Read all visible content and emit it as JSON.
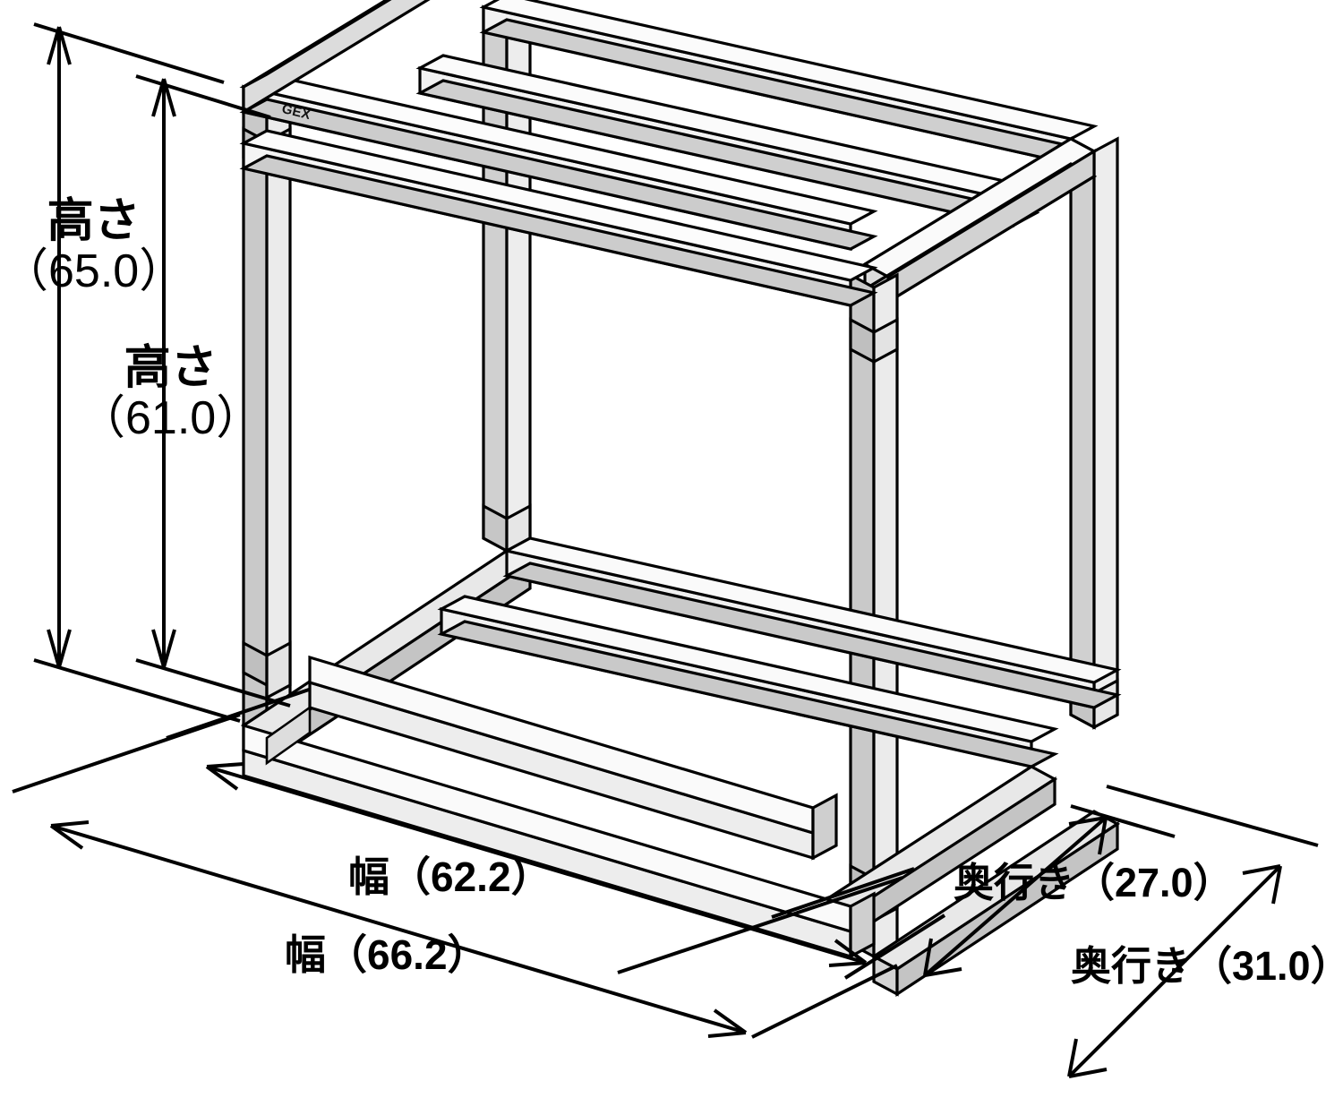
{
  "diagram": {
    "type": "isometric-technical-drawing",
    "subject": "aquarium-stand-frame",
    "brand_logo": "GEX",
    "unit_note": "",
    "colors": {
      "outline": "#000000",
      "face_light": "#f2f2f2",
      "face_mid": "#d9d9d9",
      "face_dark": "#bdbdbd",
      "background": "#ffffff"
    }
  },
  "dimensions": {
    "height_outer": {
      "label": "高さ",
      "value": "（65.0）",
      "full": "高さ（65.0）"
    },
    "height_inner": {
      "label": "高さ",
      "value": "（61.0）",
      "full": "高さ（61.0）"
    },
    "width_inner": {
      "label": "幅",
      "value": "（62.2）",
      "full": "幅（62.2）"
    },
    "width_outer": {
      "label": "幅",
      "value": "（66.2）",
      "full": "幅（66.2）"
    },
    "depth_inner": {
      "label": "奥行き",
      "value": "（27.0）",
      "full": "奥行き（27.0）"
    },
    "depth_outer": {
      "label": "奥行き",
      "value": "（31.0）",
      "full": "奥行き（31.0）"
    }
  }
}
